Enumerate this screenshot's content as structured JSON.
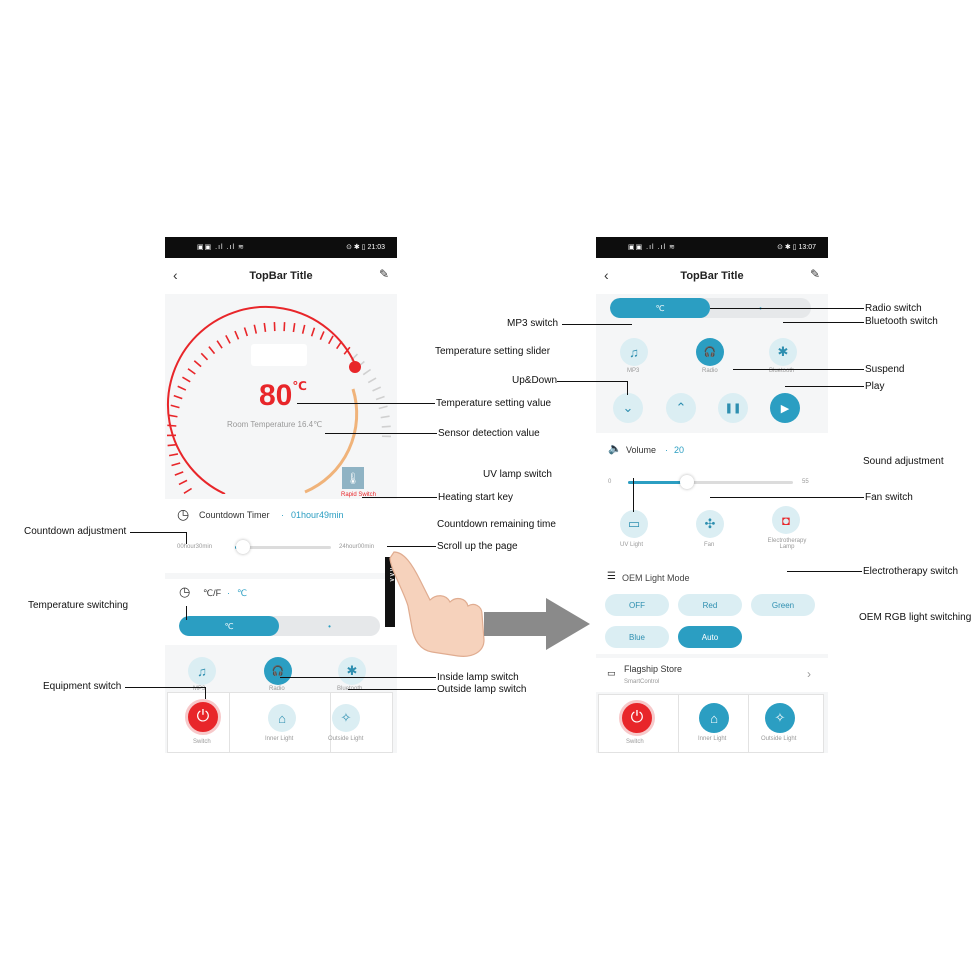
{
  "screen": {
    "topbar_title": "TopBar Title",
    "back_glyph": "‹",
    "edit_glyph": "✎"
  },
  "left": {
    "status_left": "▣▣ .ıl .ıl ≋",
    "status_right": "⊙ ✱ ▯ 21:03",
    "temp_value": "80",
    "temp_unit": "℃",
    "room_temp": "Room Temperature 16.4℃",
    "rapid_switch": "Rapid Switch",
    "countdown_label": "Countdown Timer",
    "countdown_sep": "·",
    "countdown_value": "01hour49min",
    "countdown_min": "00hour30min",
    "countdown_max": "24hour00min",
    "cf_label": "℃/F",
    "cf_sep": "·",
    "cf_value": "℃",
    "unit_on": "℃",
    "unit_off": "•",
    "equip_labels": [
      "MP3",
      "Radio",
      "Bluetooth"
    ],
    "bottom_labels": [
      "Switch",
      "Inner Light",
      "Outside Light"
    ],
    "scroll_arrows": "∧∧∧"
  },
  "right": {
    "status_left": "▣▣ .ıl .ıl ≋",
    "status_right": "⊙ ✱ ▯ 13:07",
    "unit_on": "℃",
    "unit_off": "•",
    "equip_labels": [
      "MP3",
      "Radio",
      "Bluetooth"
    ],
    "volume_label": "Volume",
    "volume_sep": "·",
    "volume_value": "20",
    "volume_min": "0",
    "volume_max": "55",
    "control_labels": [
      "UV Light",
      "Fan",
      "Electrotherapy Lamp"
    ],
    "oem_title": "OEM Light Mode",
    "oem_modes": [
      "OFF",
      "Red",
      "Green",
      "Blue",
      "Auto"
    ],
    "store_title": "Flagship Store",
    "store_sub": "SmartControl",
    "store_chevron": "›",
    "bottom_labels": [
      "Switch",
      "Inner Light",
      "Outside Light"
    ]
  },
  "annotations": {
    "countdown_adjustment": "Countdown adjustment",
    "temperature_switching": "Temperature switching",
    "equipment_switch": "Equipment switch",
    "mp3_switch": "MP3 switch",
    "temperature_setting_slider": "Temperature setting slider",
    "up_down": "Up&Down",
    "temperature_setting_value": "Temperature setting value",
    "sensor_detection_value": "Sensor detection value",
    "uv_lamp_switch": "UV lamp switch",
    "heating_start_key": "Heating start key",
    "countdown_remaining_time": "Countdown remaining time",
    "scroll_up_page": "Scroll up the page",
    "inside_lamp_switch": "Inside lamp switch",
    "outside_lamp_switch": "Outside lamp switch",
    "radio_switch": "Radio switch",
    "bluetooth_switch": "Bluetooth switch",
    "suspend": "Suspend",
    "play": "Play",
    "sound_adjustment": "Sound adjustment",
    "fan_switch": "Fan switch",
    "electrotherapy_switch": "Electrotherapy switch",
    "oem_rgb_light_switching": "OEM RGB light switching"
  },
  "colors": {
    "accent": "#2b9ec2",
    "accent_light": "#dbeef3",
    "danger": "#e8262a",
    "sensor_arc": "#f0b37a"
  },
  "progress": {
    "countdown_fraction": 0.08,
    "volume_fraction": 0.36
  },
  "icons": {
    "mp3": "♫",
    "radio": "🎧",
    "bluetooth": "✱",
    "down": "⌄",
    "up": "⌃",
    "pause": "❚❚",
    "play": "▶",
    "uv": "▭",
    "fan": "✣",
    "electro": "◘",
    "power": "⏻",
    "inner_light": "⌂",
    "outside_light": "✧",
    "timer": "◷",
    "thermometer": "🌡",
    "speaker": "🔈",
    "light_mode": "☰",
    "store": "▭"
  }
}
